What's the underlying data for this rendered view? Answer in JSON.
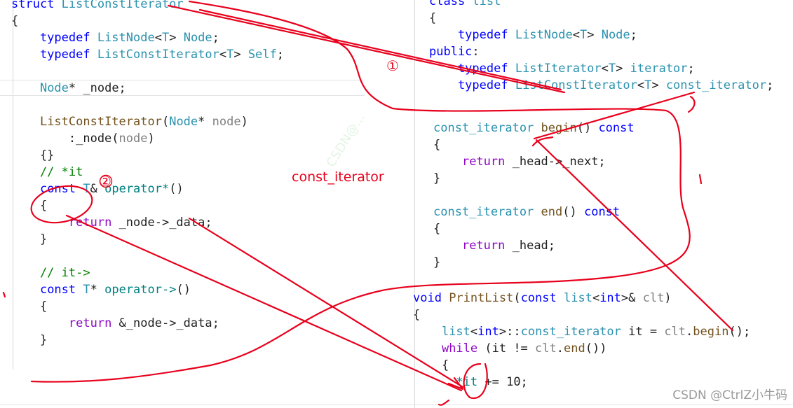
{
  "left_panel": {
    "lines": [
      [
        {
          "t": "struct ",
          "c": "kw"
        },
        {
          "t": "ListConstIterator",
          "c": "ty"
        }
      ],
      [
        {
          "t": "{",
          "c": "field"
        }
      ],
      [
        {
          "t": "    typedef ",
          "c": "kw"
        },
        {
          "t": "ListNode",
          "c": "ty"
        },
        {
          "t": "<",
          "c": "field"
        },
        {
          "t": "T",
          "c": "ty"
        },
        {
          "t": "> ",
          "c": "field"
        },
        {
          "t": "Node",
          "c": "ty"
        },
        {
          "t": ";",
          "c": "field"
        }
      ],
      [
        {
          "t": "    typedef ",
          "c": "kw"
        },
        {
          "t": "ListConstIterator",
          "c": "ty"
        },
        {
          "t": "<",
          "c": "field"
        },
        {
          "t": "T",
          "c": "ty"
        },
        {
          "t": "> ",
          "c": "field"
        },
        {
          "t": "Self",
          "c": "ty"
        },
        {
          "t": ";",
          "c": "field"
        }
      ],
      [
        {
          "t": "",
          "c": "field"
        }
      ],
      [
        {
          "t": "    ",
          "c": "field"
        },
        {
          "t": "Node",
          "c": "ty"
        },
        {
          "t": "* _node;",
          "c": "field"
        }
      ],
      [
        {
          "t": "",
          "c": "field"
        }
      ],
      [
        {
          "t": "    ",
          "c": "field"
        },
        {
          "t": "ListConstIterator",
          "c": "fn"
        },
        {
          "t": "(",
          "c": "field"
        },
        {
          "t": "Node",
          "c": "ty"
        },
        {
          "t": "* ",
          "c": "field"
        },
        {
          "t": "node",
          "c": "pm"
        },
        {
          "t": ")",
          "c": "field"
        }
      ],
      [
        {
          "t": "        :_node(",
          "c": "field"
        },
        {
          "t": "node",
          "c": "pm"
        },
        {
          "t": ")",
          "c": "field"
        }
      ],
      [
        {
          "t": "    {}",
          "c": "field"
        }
      ],
      [
        {
          "t": "    // *it",
          "c": "ct"
        }
      ],
      [
        {
          "t": "    ",
          "c": "field"
        },
        {
          "t": "const ",
          "c": "kw"
        },
        {
          "t": "T",
          "c": "ty"
        },
        {
          "t": "& ",
          "c": "field"
        },
        {
          "t": "operator*",
          "c": "op"
        },
        {
          "t": "()",
          "c": "field"
        }
      ],
      [
        {
          "t": "    {",
          "c": "field"
        }
      ],
      [
        {
          "t": "        ",
          "c": "field"
        },
        {
          "t": "return ",
          "c": "pk"
        },
        {
          "t": "_node->_data;",
          "c": "field"
        }
      ],
      [
        {
          "t": "    }",
          "c": "field"
        }
      ],
      [
        {
          "t": "",
          "c": "field"
        }
      ],
      [
        {
          "t": "    // it->",
          "c": "ct"
        }
      ],
      [
        {
          "t": "    ",
          "c": "field"
        },
        {
          "t": "const ",
          "c": "kw"
        },
        {
          "t": "T",
          "c": "ty"
        },
        {
          "t": "* ",
          "c": "field"
        },
        {
          "t": "operator->",
          "c": "op"
        },
        {
          "t": "()",
          "c": "field"
        }
      ],
      [
        {
          "t": "    {",
          "c": "field"
        }
      ],
      [
        {
          "t": "        ",
          "c": "field"
        },
        {
          "t": "return ",
          "c": "pk"
        },
        {
          "t": "&_node->_data;",
          "c": "field"
        }
      ],
      [
        {
          "t": "    }",
          "c": "field"
        }
      ]
    ]
  },
  "right_top_panel": {
    "lines": [
      [
        {
          "t": "class ",
          "c": "kw"
        },
        {
          "t": "list",
          "c": "ty"
        }
      ],
      [
        {
          "t": "{",
          "c": "field"
        }
      ],
      [
        {
          "t": "    typedef ",
          "c": "kw"
        },
        {
          "t": "ListNode",
          "c": "ty"
        },
        {
          "t": "<",
          "c": "field"
        },
        {
          "t": "T",
          "c": "ty"
        },
        {
          "t": "> ",
          "c": "field"
        },
        {
          "t": "Node",
          "c": "ty"
        },
        {
          "t": ";",
          "c": "field"
        }
      ],
      [
        {
          "t": "public",
          "c": "kw"
        },
        {
          "t": ":",
          "c": "field"
        }
      ],
      [
        {
          "t": "    typedef ",
          "c": "kw"
        },
        {
          "t": "ListIterator",
          "c": "ty"
        },
        {
          "t": "<",
          "c": "field"
        },
        {
          "t": "T",
          "c": "ty"
        },
        {
          "t": "> ",
          "c": "field"
        },
        {
          "t": "iterator",
          "c": "ty"
        },
        {
          "t": ";",
          "c": "field"
        }
      ],
      [
        {
          "t": "    typedef ",
          "c": "kw"
        },
        {
          "t": "ListConstIterator",
          "c": "ty"
        },
        {
          "t": "<",
          "c": "field"
        },
        {
          "t": "T",
          "c": "ty"
        },
        {
          "t": "> ",
          "c": "field"
        },
        {
          "t": "const_iterator",
          "c": "ty"
        },
        {
          "t": ";",
          "c": "field"
        }
      ]
    ]
  },
  "right_mid_panel": {
    "lines": [
      [
        {
          "t": "const_iterator ",
          "c": "ty"
        },
        {
          "t": "begin",
          "c": "fn"
        },
        {
          "t": "() ",
          "c": "field"
        },
        {
          "t": "const",
          "c": "kw"
        }
      ],
      [
        {
          "t": "{",
          "c": "field"
        }
      ],
      [
        {
          "t": "    ",
          "c": "field"
        },
        {
          "t": "return ",
          "c": "pk"
        },
        {
          "t": "_head->_next;",
          "c": "field"
        }
      ],
      [
        {
          "t": "}",
          "c": "field"
        }
      ],
      [
        {
          "t": "",
          "c": "field"
        }
      ],
      [
        {
          "t": "const_iterator ",
          "c": "ty"
        },
        {
          "t": "end",
          "c": "fn"
        },
        {
          "t": "() ",
          "c": "field"
        },
        {
          "t": "const",
          "c": "kw"
        }
      ],
      [
        {
          "t": "{",
          "c": "field"
        }
      ],
      [
        {
          "t": "    ",
          "c": "field"
        },
        {
          "t": "return ",
          "c": "pk"
        },
        {
          "t": "_head;",
          "c": "field"
        }
      ],
      [
        {
          "t": "}",
          "c": "field"
        }
      ]
    ]
  },
  "right_bottom_panel": {
    "lines": [
      [
        {
          "t": "void ",
          "c": "kw"
        },
        {
          "t": "PrintList",
          "c": "fn"
        },
        {
          "t": "(",
          "c": "field"
        },
        {
          "t": "const ",
          "c": "kw"
        },
        {
          "t": "list",
          "c": "ty"
        },
        {
          "t": "<",
          "c": "field"
        },
        {
          "t": "int",
          "c": "kw"
        },
        {
          "t": ">& ",
          "c": "field"
        },
        {
          "t": "clt",
          "c": "pm"
        },
        {
          "t": ")",
          "c": "field"
        }
      ],
      [
        {
          "t": "{",
          "c": "field"
        }
      ],
      [
        {
          "t": "    ",
          "c": "field"
        },
        {
          "t": "list",
          "c": "ty"
        },
        {
          "t": "<",
          "c": "field"
        },
        {
          "t": "int",
          "c": "kw"
        },
        {
          "t": ">::",
          "c": "field"
        },
        {
          "t": "const_iterator ",
          "c": "ty"
        },
        {
          "t": "it = ",
          "c": "field"
        },
        {
          "t": "clt",
          "c": "pm"
        },
        {
          "t": ".",
          "c": "field"
        },
        {
          "t": "begin",
          "c": "fn"
        },
        {
          "t": "();",
          "c": "field"
        }
      ],
      [
        {
          "t": "    ",
          "c": "field"
        },
        {
          "t": "while ",
          "c": "pk"
        },
        {
          "t": "(it != ",
          "c": "field"
        },
        {
          "t": "clt",
          "c": "pm"
        },
        {
          "t": ".",
          "c": "field"
        },
        {
          "t": "end",
          "c": "fn"
        },
        {
          "t": "())",
          "c": "field"
        }
      ],
      [
        {
          "t": "    {",
          "c": "field"
        }
      ],
      [
        {
          "t": "      ",
          "c": "field"
        },
        {
          "t": "*it",
          "c": "op"
        },
        {
          "t": " += 10;",
          "c": "field"
        }
      ]
    ]
  },
  "annotations": {
    "center_label": "const_iterator",
    "marker_1": "①",
    "marker_2": "②",
    "watermark": "CSDN @CtrlZ小牛码",
    "ghost_watermark": "CSDN@..."
  },
  "colors": {
    "keyword": "#0000ff",
    "type": "#2b91af",
    "function": "#74531f",
    "operator": "#008080",
    "param": "#808080",
    "comment": "#008000",
    "control": "#8f08c4",
    "annotation_red": "#e8001c"
  }
}
